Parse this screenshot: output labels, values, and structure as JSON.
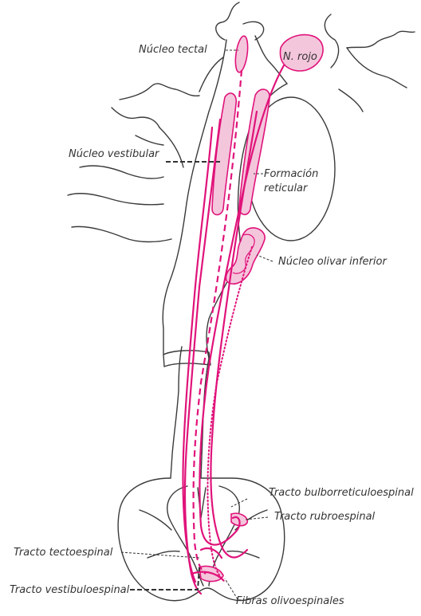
{
  "colors": {
    "tract": "#e0137a",
    "nucleus_fill": "#f4c6dc",
    "outline": "#3a3a3a",
    "label": "#333333"
  },
  "labels": {
    "nucleo_tectal": "Núcleo tectal",
    "n_rojo": "N. rojo",
    "nucleo_vestibular": "Núcleo vestibular",
    "formacion_reticular_1": "Formación",
    "formacion_reticular_2": "reticular",
    "nucleo_olivar_inferior": "Núcleo olivar inferior",
    "tracto_bulborreticuloespinal": "Tracto bulborreticuloespinal",
    "tracto_rubroespinal": "Tracto rubroespinal",
    "tracto_tectoespinal": "Tracto tectoespinal",
    "tracto_vestibuloespinal": "Tracto vestibuloespinal",
    "fibras_olivoespinales": "Fibras olivoespinales"
  }
}
